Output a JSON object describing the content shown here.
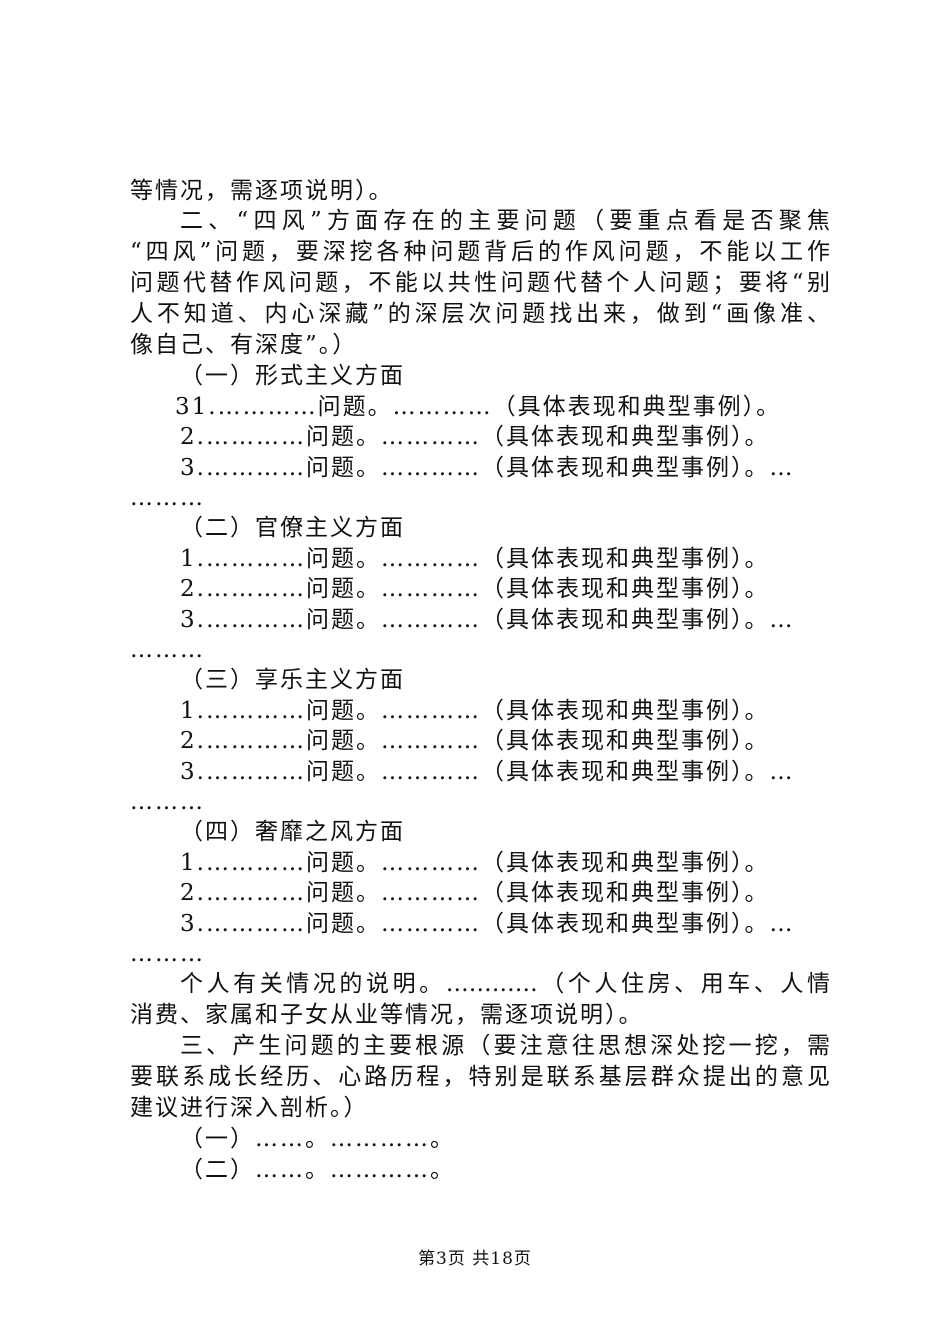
{
  "document": {
    "lines": [
      "等情况，需逐项说明）。",
      "二、“四风”方面存在的主要问题（要重点看是否聚焦",
      "“四风”问题，要深挖各种问题背后的作风问题，不能以工作",
      "问题代替作风问题，不能以共性问题代替个人问题；要将“别",
      "人不知道、内心深藏”的深层次问题找出来，做到“画像准、",
      "像自己、有深度”。）",
      "（一）形式主义方面",
      "31.…………问题。…………（具体表现和典型事例）。",
      "2.…………问题。…………（具体表现和典型事例）。",
      "3.…………问题。…………（具体表现和典型事例）。…",
      "………",
      "（二）官僚主义方面",
      "1.…………问题。…………（具体表现和典型事例）。",
      "2.…………问题。…………（具体表现和典型事例）。",
      "3.…………问题。…………（具体表现和典型事例）。…",
      "………",
      "（三）享乐主义方面",
      "1.…………问题。…………（具体表现和典型事例）。",
      "2.…………问题。…………（具体表现和典型事例）。",
      "3.…………问题。…………（具体表现和典型事例）。…",
      "………",
      "（四）奢靡之风方面",
      "1.…………问题。…………（具体表现和典型事例）。",
      "2.…………问题。…………（具体表现和典型事例）。",
      "3.…………问题。…………（具体表现和典型事例）。…",
      "………",
      "个人有关情况的说明。…………（个人住房、用车、人情",
      "消费、家属和子女从业等情况，需逐项说明）。",
      "三、产生问题的主要根源（要注意往思想深处挖一挖，需",
      "要联系成长经历、心路历程，特别是联系基层群众提出的意见",
      "建议进行深入剖析。）",
      "（一）……。…………。",
      "（二）……。…………。"
    ]
  },
  "footer": {
    "page_info": "第3页 共18页"
  }
}
